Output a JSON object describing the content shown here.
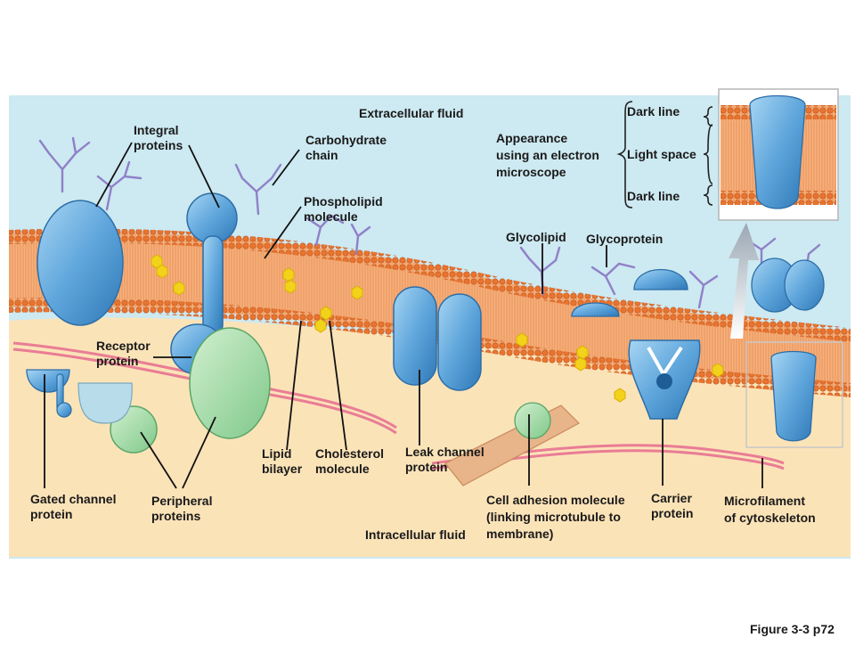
{
  "labels": {
    "extracellular_fluid": "Extracellular fluid",
    "integral_proteins": [
      "Integral",
      "proteins"
    ],
    "carbohydrate_chain": [
      "Carbohydrate",
      "chain"
    ],
    "phospholipid_molecule": [
      "Phospholipid",
      "molecule"
    ],
    "appearance": [
      "Appearance",
      "using an electron",
      "microscope"
    ],
    "dark_line_top": "Dark line",
    "light_space": "Light space",
    "dark_line_bottom": "Dark line",
    "glycolipid": "Glycolipid",
    "glycoprotein": "Glycoprotein",
    "receptor_protein": [
      "Receptor",
      "protein"
    ],
    "lipid_bilayer": [
      "Lipid",
      "bilayer"
    ],
    "cholesterol_molecule": [
      "Cholesterol",
      "molecule"
    ],
    "leak_channel_protein": [
      "Leak channel",
      "protein"
    ],
    "gated_channel_protein": [
      "Gated channel",
      "protein"
    ],
    "peripheral_proteins": [
      "Peripheral",
      "proteins"
    ],
    "cell_adhesion_molecule": [
      "Cell adhesion molecule",
      "(linking microtubule to",
      "membrane)"
    ],
    "carrier_protein": [
      "Carrier",
      "protein"
    ],
    "microfilament": [
      "Microfilament",
      "of cytoskeleton"
    ],
    "intracellular_fluid": "Intracellular fluid",
    "figure_caption": "Figure 3-3 p72"
  },
  "colors": {
    "extracellular": "#cde9f1",
    "intracellular": "#fbe3b8",
    "membrane_core": "#f3a36b",
    "lipid_head": "#e8742f",
    "protein_blue": "#6aaedf",
    "protein_green": "#9ad6a0",
    "carbohydrate": "#9a8bd0",
    "cholesterol": "#f2d21a",
    "microfilament": "#e97d95"
  }
}
